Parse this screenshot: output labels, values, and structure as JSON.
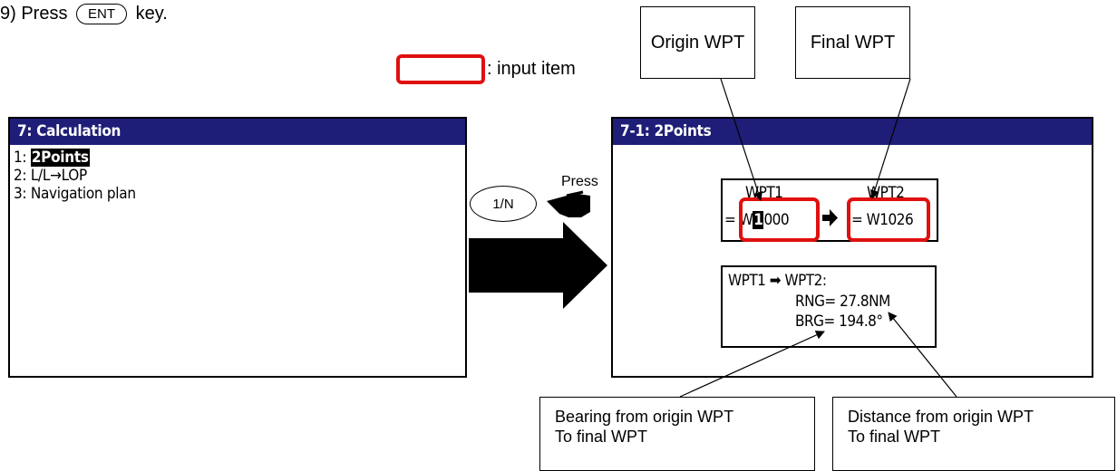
{
  "step": {
    "prefix": "9) Press",
    "key": "ENT",
    "suffix": "key."
  },
  "legend": {
    "text": ": input item"
  },
  "callouts": {
    "origin": "Origin WPT",
    "final": "Final WPT",
    "bearing_line1": "Bearing from origin WPT",
    "bearing_line2": "To final WPT",
    "distance_line1": "Distance from origin WPT",
    "distance_line2": "To final WPT"
  },
  "left_screen": {
    "title": "7: Calculation",
    "items": [
      {
        "num": "1: ",
        "label": "2Points"
      },
      {
        "num": "2: ",
        "label": "L/L→LOP"
      },
      {
        "num": "3: ",
        "label": "Navigation plan"
      }
    ]
  },
  "press": {
    "key": "1/N",
    "label": "Press"
  },
  "right_screen": {
    "title": "7-1: 2Points",
    "wpt1_label": "WPT1",
    "wpt2_label": "WPT2",
    "wpt1_eq": "= W",
    "wpt1_cursor": "1",
    "wpt1_rest": "000",
    "wpt2_value": "= W1026",
    "result_header": "WPT1 ➡ WPT2:",
    "rng": "RNG= 27.8NM",
    "brg": "BRG= 194.8°"
  },
  "colors": {
    "title_bar": "#1e1e78",
    "input_highlight": "#e01010"
  }
}
